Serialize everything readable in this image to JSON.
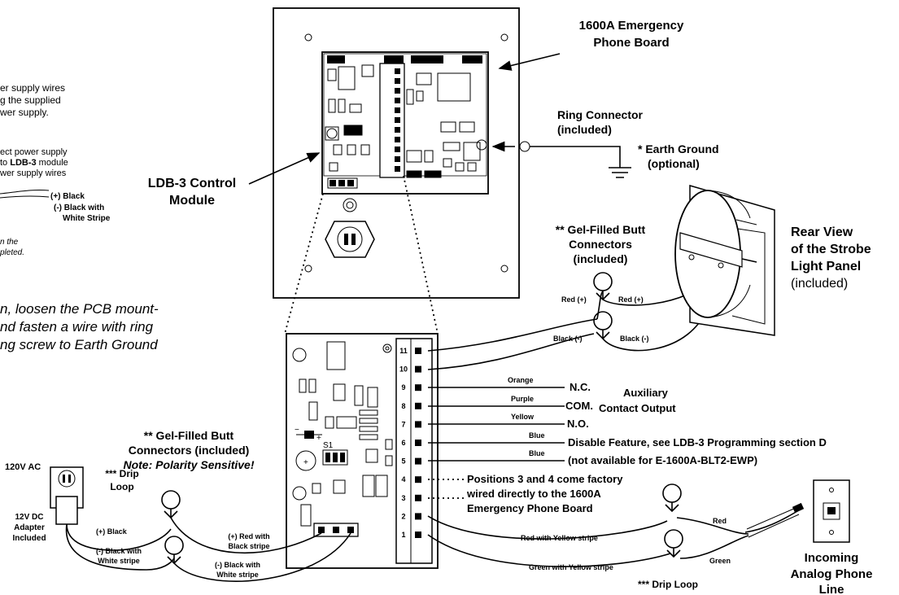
{
  "left_notes": {
    "line1": "er supply wires",
    "line2": "g the supplied",
    "line3": "wer supply.",
    "line4": "ect power supply",
    "line5a": "to ",
    "line5b": "LDB-3",
    "line5c": " module",
    "line6": "wer supply wires",
    "legend_pos": "(+) Black",
    "legend_neg1": "(-) Black with",
    "legend_neg2": "White Stripe",
    "italic1": "n the",
    "italic2": "pleted.",
    "big1": "n, loosen the PCB mount-",
    "big2": "nd fasten a wire with ring",
    "big3": "ng screw to Earth Ground"
  },
  "labels": {
    "phone_board_1": "1600A Emergency",
    "phone_board_2": "Phone Board",
    "ring_connector_1": "Ring Connector",
    "ring_connector_2": "(included)",
    "earth_ground_1": "* Earth Ground",
    "earth_ground_2": "(optional)",
    "ldb3_1": "LDB-3 Control",
    "ldb3_2": "Module",
    "gel_top_1": "** Gel-Filled Butt",
    "gel_top_2": "Connectors",
    "gel_top_3": "(included)",
    "strobe_1": "Rear View",
    "strobe_2": "of the Strobe",
    "strobe_3": "Light Panel",
    "strobe_4": "(included)",
    "red_plus_a": "Red (+)",
    "red_plus_b": "Red (+)",
    "black_minus_a": "Black (-)",
    "black_minus_b": "Black (-)",
    "orange": "Orange",
    "nc": "N.C.",
    "purple": "Purple",
    "com": "COM.",
    "yellow": "Yellow",
    "no": "N.O.",
    "aux_1": "Auxiliary",
    "aux_2": "Contact Output",
    "blue_a": "Blue",
    "blue_b": "Blue",
    "disable": "Disable Feature, see LDB-3 Programming section D",
    "not_available": "(not available for E-1600A-BLT2-EWP)",
    "pos34_1": "Positions 3 and 4 come factory",
    "pos34_2": "wired directly to the 1600A",
    "pos34_3": "Emergency Phone Board",
    "gel_left_1": "** Gel-Filled Butt",
    "gel_left_2": "Connectors (included)",
    "gel_left_3": "Note: Polarity Sensitive!",
    "drip_1": "*** Drip",
    "drip_2": "Loop",
    "ac": "120V AC",
    "adapter_1": "12V DC",
    "adapter_2": "Adapter",
    "adapter_3": "Included",
    "plus_black": "(+) Black",
    "minus_bw_1": "(-) Black with",
    "minus_bw_2": "White stripe",
    "plus_red_1": "(+) Red with",
    "plus_red_2": "Black stripe",
    "minus_bw2_1": "(-) Black with",
    "minus_bw2_2": "White stripe",
    "red_line": "Red",
    "green_line": "Green",
    "red_yellow": "Red with Yellow stripe",
    "green_yellow": "Green with Yellow stripe",
    "drip_bottom": "*** Drip Loop",
    "phone_1": "Incoming",
    "phone_2": "Analog Phone",
    "phone_3": "Line",
    "s1": "S1",
    "terminal_numbers": [
      "11",
      "10",
      "9",
      "8",
      "7",
      "6",
      "5",
      "4",
      "3",
      "2",
      "1"
    ]
  }
}
